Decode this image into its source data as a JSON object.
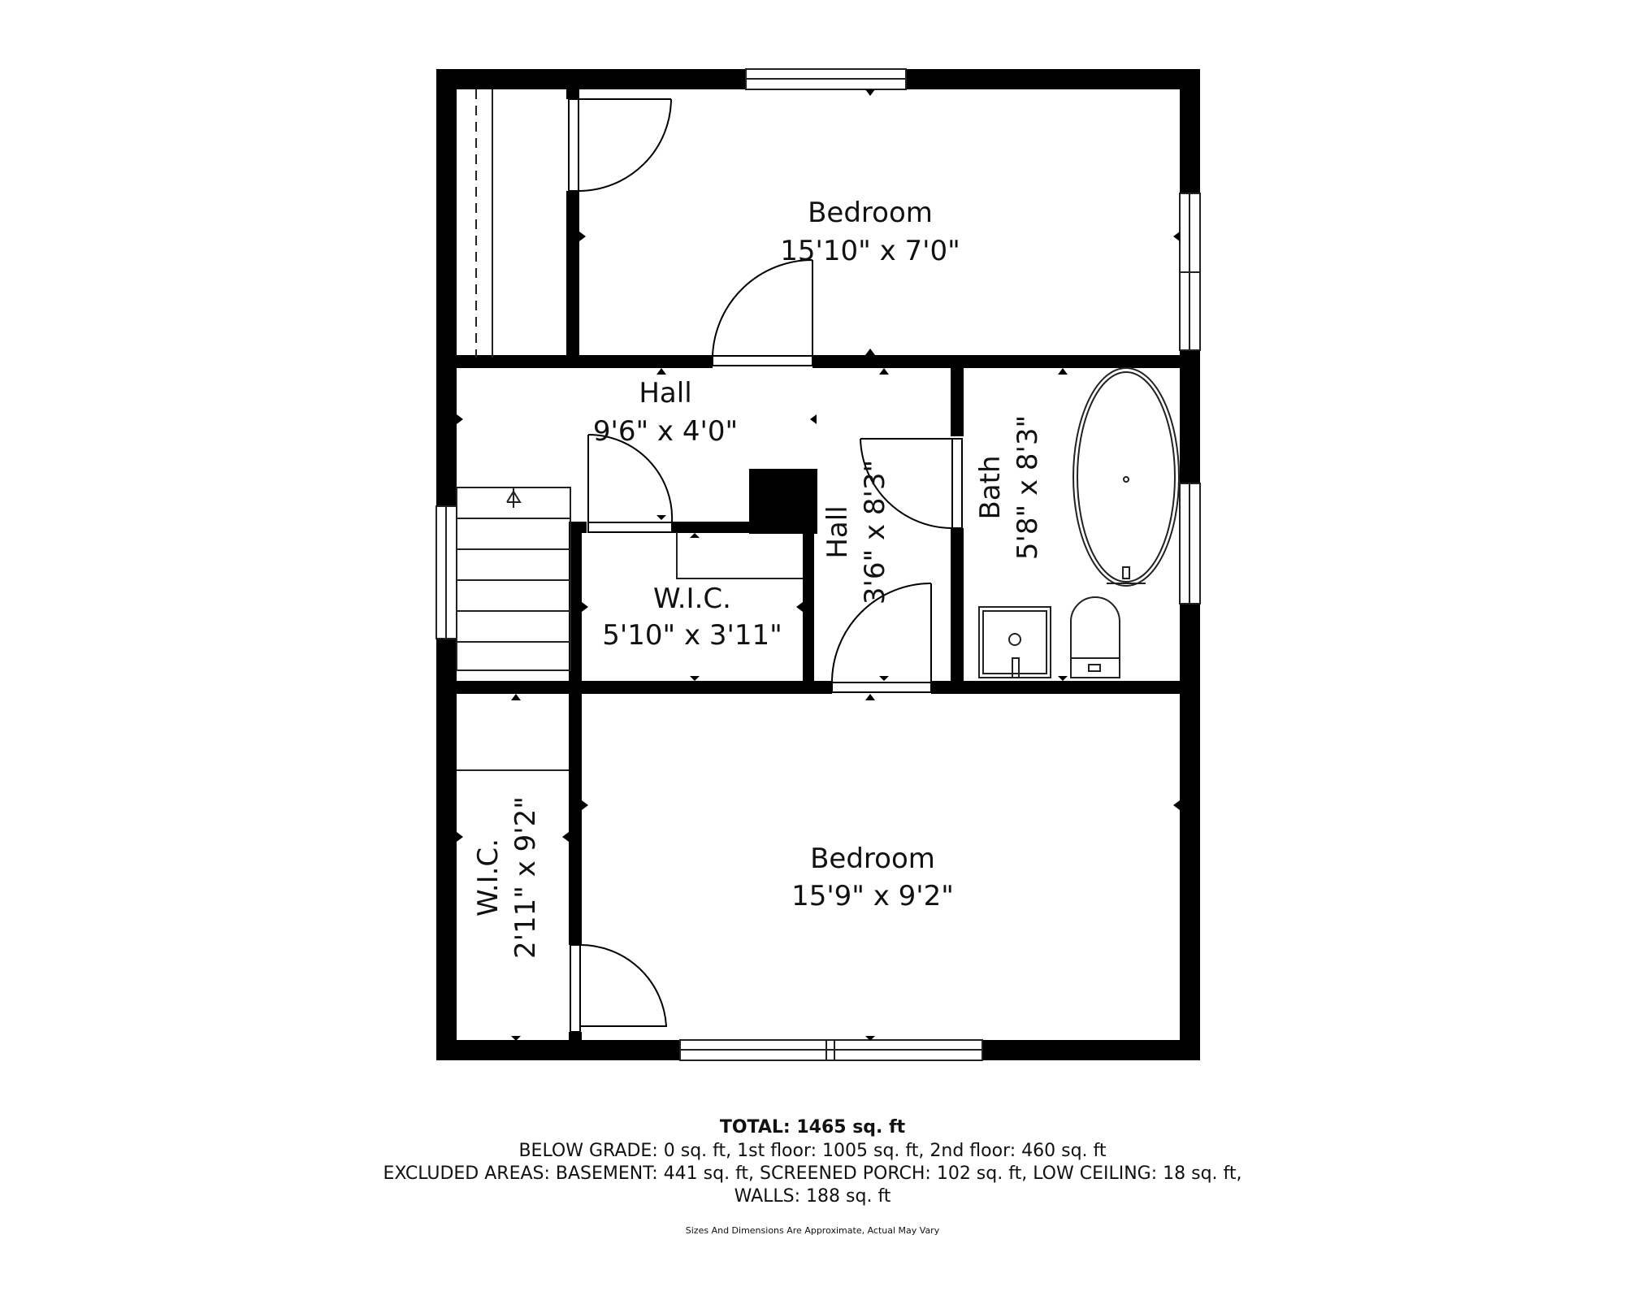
{
  "rooms": {
    "bedroom_top": {
      "name": "Bedroom",
      "dims": "15'10\" x 7'0\""
    },
    "hall_main": {
      "name": "Hall",
      "dims": "9'6\" x 4'0\""
    },
    "hall_small": {
      "name": "Hall",
      "dims": "3'6\" x 8'3\""
    },
    "bath": {
      "name": "Bath",
      "dims": "5'8\" x 8'3\""
    },
    "wic_center": {
      "name": "W.I.C.",
      "dims": "5'10\" x 3'11\""
    },
    "wic_left": {
      "name": "W.I.C.",
      "dims": "2'11\" x 9'2\""
    },
    "bedroom_bottom": {
      "name": "Bedroom",
      "dims": "15'9\" x 9'2\""
    }
  },
  "legend": {
    "total": "TOTAL: 1465 sq. ft",
    "line1": "BELOW GRADE: 0 sq. ft, 1st floor: 1005 sq. ft, 2nd floor: 460 sq. ft",
    "line2": "EXCLUDED AREAS: BASEMENT: 441 sq. ft, SCREENED PORCH: 102 sq. ft, LOW CEILING: 18 sq. ft,",
    "line3": "WALLS: 188 sq. ft",
    "disclaimer": "Sizes And Dimensions Are Approximate, Actual May Vary"
  },
  "colors": {
    "wall": "#000000",
    "line": "#222222",
    "background": "#ffffff"
  }
}
